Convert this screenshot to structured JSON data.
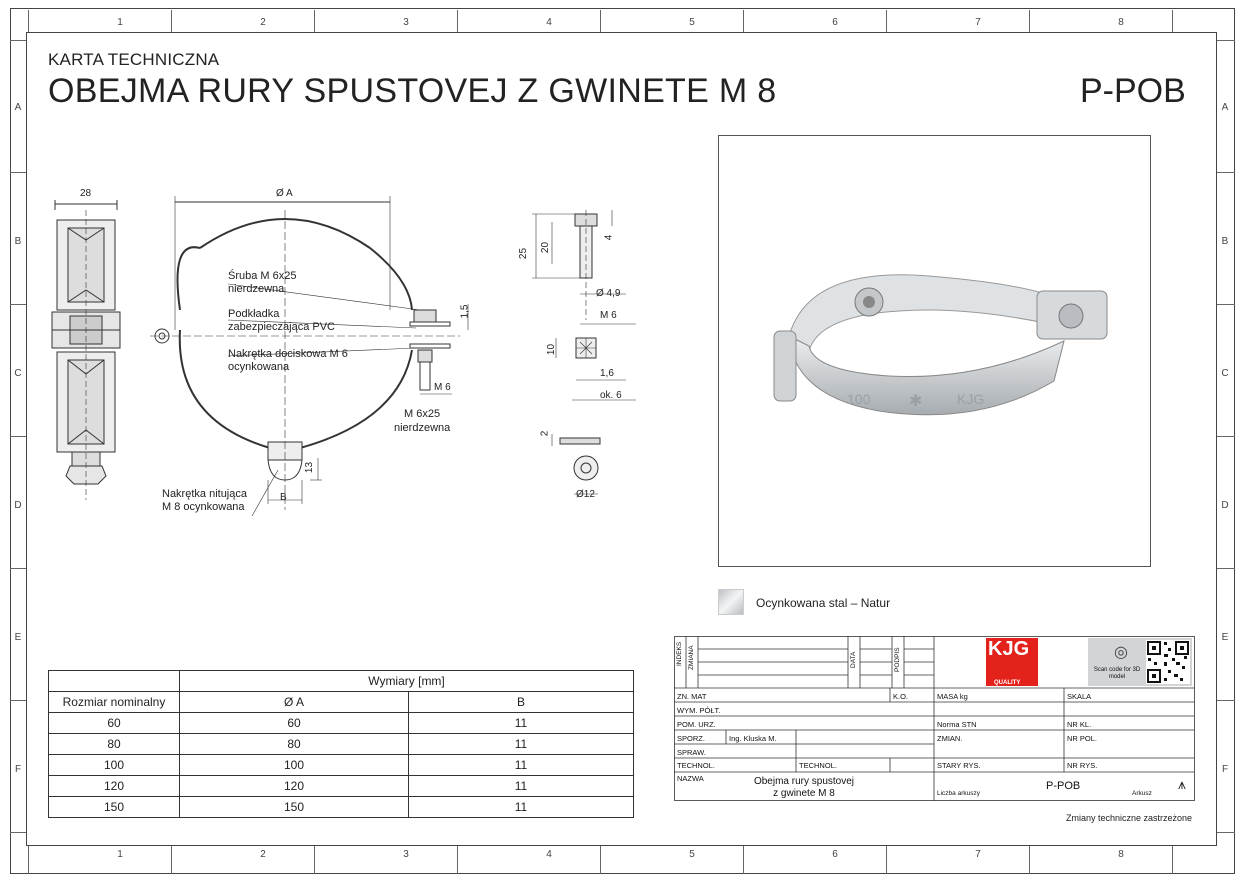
{
  "header": {
    "subtitle": "KARTA TECHNICZNA",
    "title": "OBEJMA RURY SPUSTOVEJ Z GWINETE M 8",
    "code": "P-POB"
  },
  "grid": {
    "columns": [
      "1",
      "2",
      "3",
      "4",
      "5",
      "6",
      "7",
      "8"
    ],
    "rows": [
      "A",
      "B",
      "C",
      "D",
      "E",
      "F"
    ]
  },
  "drawing": {
    "side_width": "28",
    "diameter": "Ø A",
    "label_screw": "Śruba M 6x25",
    "label_screw_2": "nierdzewna",
    "label_washer": "Podkładka",
    "label_washer_2": "zabezpieczająca PVC",
    "label_nut": "Nakrętka dociskowa M 6",
    "label_nut_2": "ocynkowana",
    "label_bolt": "M 6x25",
    "label_bolt_2": "nierdzewna",
    "label_rivet_nut": "Nakrętka nitująca",
    "label_rivet_nut_2": "M 8 ocynkowana",
    "dim_1_5": "1,5",
    "dim_m6_a": "M 6",
    "dim_13": "13",
    "dim_b": "B",
    "dim_25": "25",
    "dim_20": "20",
    "dim_4": "4",
    "dim_d4_9": "Ø 4,9",
    "dim_m6_b": "M 6",
    "dim_10": "10",
    "dim_1_6": "1,6",
    "dim_ok6": "ok. 6",
    "dim_2": "2",
    "dim_d12": "Ø12"
  },
  "photo": {
    "stamp_size": "100",
    "stamp_brand": "KJG"
  },
  "finish": {
    "label": "Ocynkowana stal – Natur",
    "color": "#d9dcdf"
  },
  "table": {
    "group_header": "Wymiary [mm]",
    "columns": [
      "Rozmiar nominalny",
      "Ø A",
      "B"
    ],
    "rows": [
      [
        "60",
        "60",
        "11"
      ],
      [
        "80",
        "80",
        "11"
      ],
      [
        "100",
        "100",
        "11"
      ],
      [
        "120",
        "120",
        "11"
      ],
      [
        "150",
        "150",
        "11"
      ]
    ]
  },
  "titleblock": {
    "v_indeks": "INDEKS",
    "v_zmiana": "ZMIANA",
    "v_data": "DATA",
    "v_podpis": "PODPIS",
    "logo": "KJG",
    "logo_sub": "QUALITY",
    "qr_text": "Scan code for 3D model",
    "zn_mat": "ZN. MAT",
    "ko": "K.O.",
    "masa": "MASA kg",
    "skala": "SKALA",
    "wym_polt": "WYM. PÓŁT.",
    "pom_urz": "POM. URZ.",
    "norma": "Norma STN",
    "nr_kl": "NR KL.",
    "sporz": "SPORZ.",
    "sporz_name": "Ing. Kluska M.",
    "zmian": "ZMIAN.",
    "nr_pol": "NR POL.",
    "spraw": "SPRAW.",
    "technol_1": "TECHNOL.",
    "technol_2": "TECHNOL.",
    "stary_rys": "STARY RYS.",
    "nr_rys": "NR RYS.",
    "nazwa": "NAZWA",
    "name_1": "Obejma rury spustovej",
    "name_2": "z gwinete M 8",
    "code": "P-POB",
    "liczba": "Liczba arkuszy",
    "arkusz": "Arkusz"
  },
  "footer_note": "Zmiany techniczne zastrzeżone"
}
